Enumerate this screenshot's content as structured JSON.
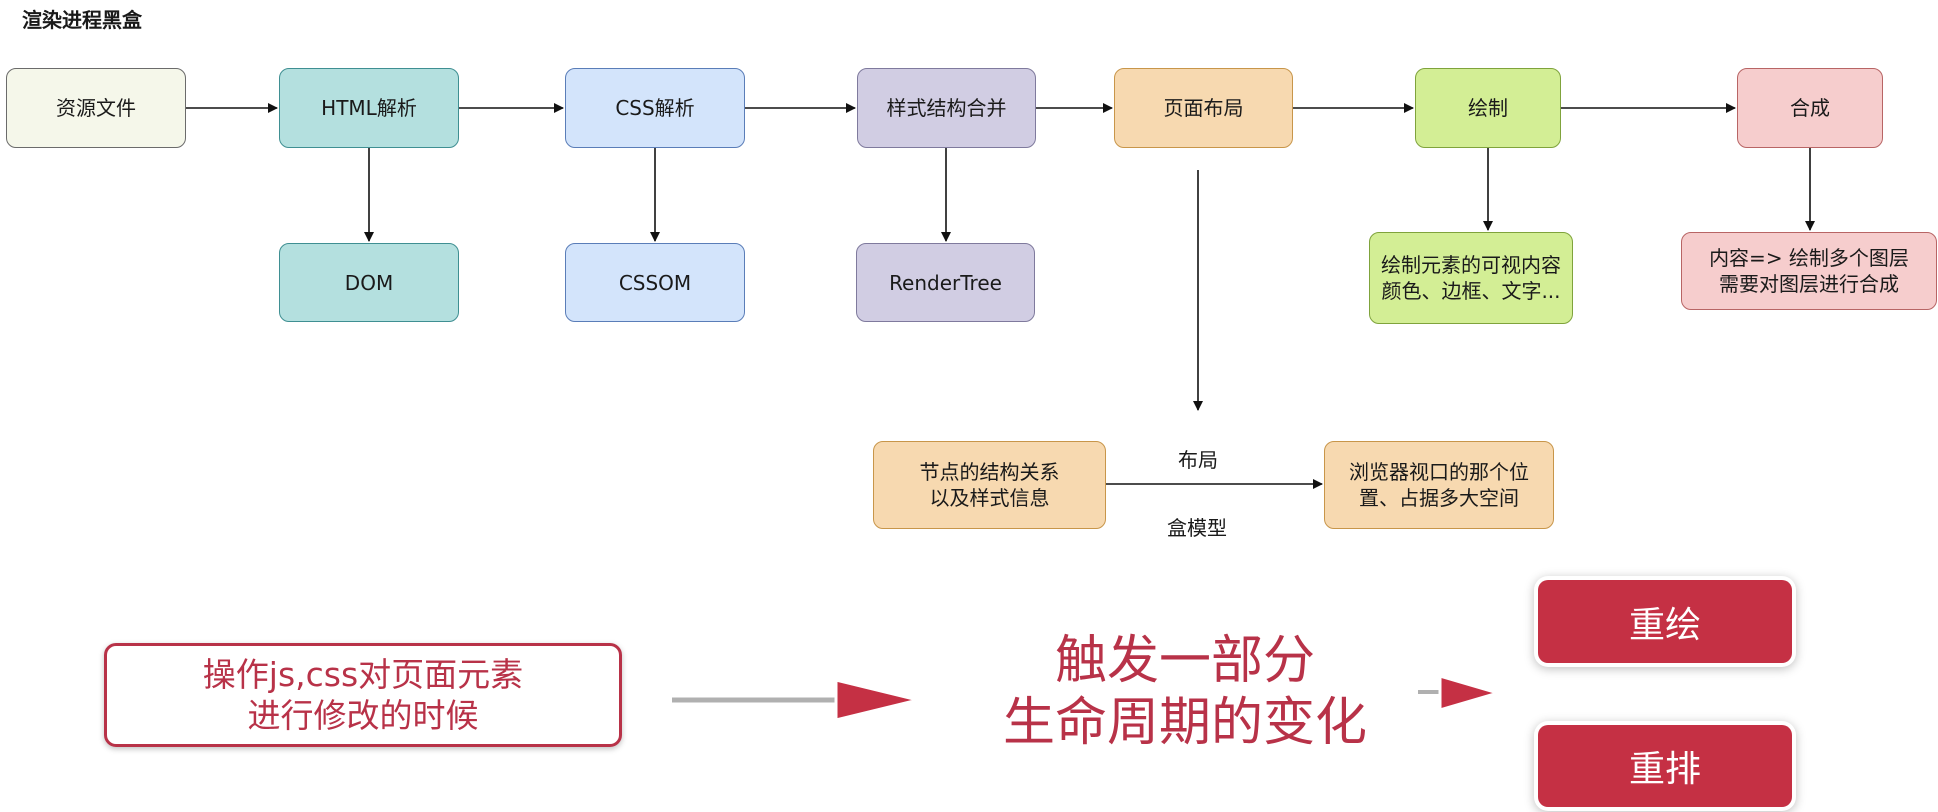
{
  "title": "渲染进程黑盒",
  "pipeline": {
    "resource": "资源文件",
    "html_parse": "HTML解析",
    "css_parse": "CSS解析",
    "style_merge": "样式结构合并",
    "layout": "页面布局",
    "paint": "绘制",
    "composite": "合成"
  },
  "outputs": {
    "dom": "DOM",
    "cssom": "CSSOM",
    "render_tree": "RenderTree",
    "paint_note": [
      "绘制元素的可视内容",
      "颜色、边框、文字..."
    ],
    "composite_note": [
      "内容=> 绘制多个图层",
      "需要对图层进行合成"
    ]
  },
  "layout_detail": {
    "source": [
      "节点的结构关系",
      "以及样式信息"
    ],
    "edge_label_top": "布局",
    "edge_label_bottom": "盒模型",
    "target": [
      "浏览器视口的那个位",
      "置、占据多大空间"
    ]
  },
  "bottom": {
    "trigger_box": [
      "操作js,css对页面元素",
      "进行修改的时候"
    ],
    "lifecycle_text": [
      "触发一部分",
      "生命周期的变化"
    ],
    "repaint": "重绘",
    "reflow": "重排"
  },
  "colors": {
    "resource_fill": "#f5f7ea",
    "resource_stroke": "#6b6b6b",
    "teal_fill": "#b4e0df",
    "teal_stroke": "#3f8f92",
    "blue_fill": "#d3e4fb",
    "blue_stroke": "#5a7db8",
    "purple_fill": "#d1cde3",
    "purple_stroke": "#7f7a9d",
    "orange_fill": "#f7d9b0",
    "orange_stroke": "#c8964a",
    "green_fill": "#d3ee95",
    "green_stroke": "#7fa33c",
    "pink_fill": "#f6cdcd",
    "pink_stroke": "#b86565",
    "accent_red": "#c53044"
  }
}
